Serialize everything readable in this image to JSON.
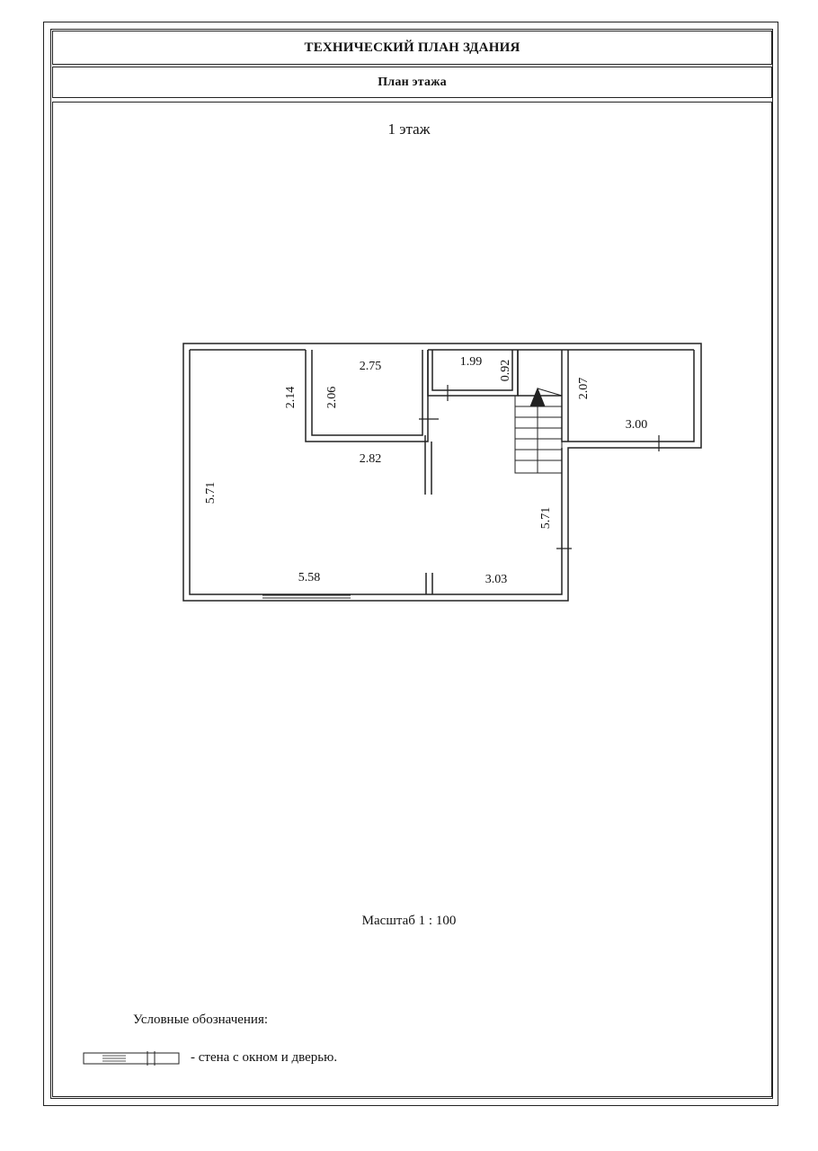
{
  "header": {
    "title": "ТЕХНИЧЕСКИЙ ПЛАН ЗДАНИЯ",
    "subtitle": "План  этажа"
  },
  "floor_label": "1 этаж",
  "dimensions": {
    "left_height": "5.71",
    "room_a_height": "2.14",
    "room_a_inner_height": "2.06",
    "room_a_width": "2.75",
    "room_a_bottom": "2.82",
    "room_b_width": "1.99",
    "room_b_height": "0.92",
    "room_c_height": "2.07",
    "room_c_width": "3.00",
    "right_height": "5.71",
    "bottom_left": "5.58",
    "bottom_right": "3.03"
  },
  "scale_text": "Масштаб 1 : 100",
  "legend": {
    "title": "Условные обозначения:",
    "wall_desc": "- стена с окном и дверью."
  }
}
